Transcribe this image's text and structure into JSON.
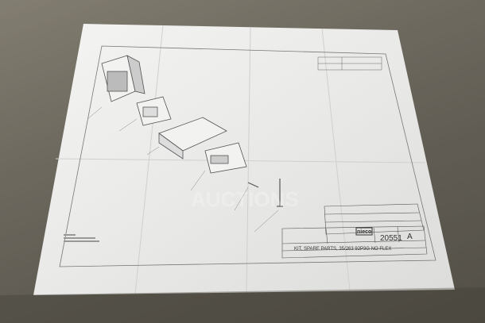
{
  "drawing": {
    "logo": "nieco",
    "drawing_number": "20551",
    "revision": "A",
    "title": "KIT, SPARE PARTS, 35/263 92P3G NO FLEX",
    "watermark": "AUCTIONS"
  },
  "colors": {
    "paper": "#eeeeec",
    "surface": "#6f6a60",
    "ink": "#444444"
  }
}
